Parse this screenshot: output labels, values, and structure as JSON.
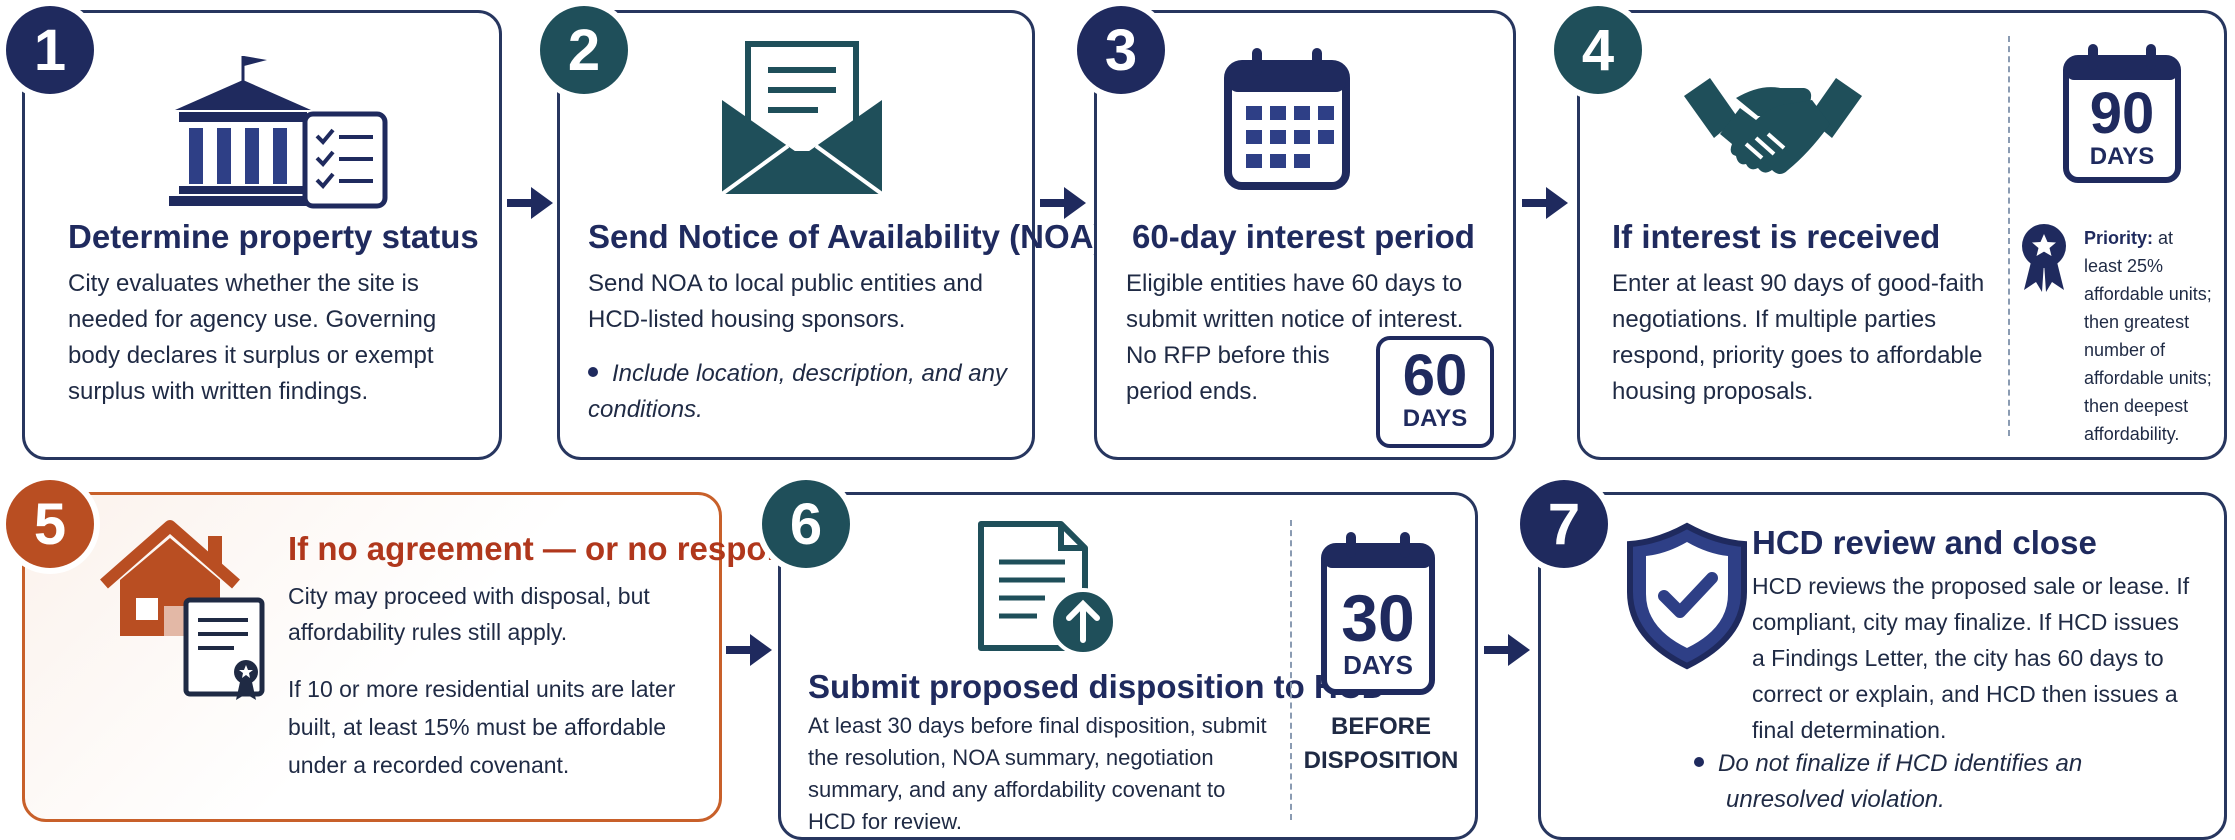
{
  "steps": [
    {
      "number": "1",
      "title": "Determine property status",
      "body": "City evaluates whether the site is needed for agency use. Governing body declares it surplus or exempt surplus with written findings.",
      "icon": "government-building-checklist-icon"
    },
    {
      "number": "2",
      "title": "Send Notice of Availability (NOA)",
      "body": "Send NOA to local public entities and HCD-listed housing sponsors.",
      "bullet": "Include location, description, and any conditions.",
      "icon": "envelope-icon"
    },
    {
      "number": "3",
      "title": "60-day interest period",
      "body_line1": "Eligible entities have 60 days to submit written notice of interest.",
      "body_line2": "No RFP before this period ends.",
      "days_num": "60",
      "days_label": "DAYS",
      "icon": "calendar-icon"
    },
    {
      "number": "4",
      "title": "If interest is received",
      "body": "Enter at least 90 days of good-faith negotiations. If multiple parties respond, priority goes to affordable housing proposals.",
      "days_num": "90",
      "days_label": "DAYS",
      "priority_label": "Priority:",
      "priority_text": "at least 25% affordable units; then greatest number of affordable units; then deepest affordability.",
      "icon": "handshake-icon"
    },
    {
      "number": "5",
      "title": "If no agreement — or no response",
      "body_line1": "City may proceed with disposal, but affordability rules still apply.",
      "body_line2": "If 10 or more residential units are later built, at least 15% must be affordable under a recorded covenant.",
      "icon": "house-document-icon"
    },
    {
      "number": "6",
      "title": "Submit proposed disposition to HCD",
      "body": "At least 30 days before final disposition, submit the resolution, NOA summary, negotiation summary, and any affordability covenant to HCD for review.",
      "days_num": "30",
      "days_label": "DAYS",
      "before_label": "BEFORE DISPOSITION",
      "icon": "document-upload-icon"
    },
    {
      "number": "7",
      "title": "HCD review and close",
      "body": "HCD reviews the proposed sale or lease. If compliant, city may finalize. If HCD issues a Findings Letter, the city has 60 days to correct or explain, and HCD then issues a final determination.",
      "bullet": "Do not finalize if HCD identifies an unresolved violation.",
      "icon": "shield-check-icon"
    }
  ],
  "colors": {
    "navy": "#1f2a5e",
    "teal": "#1f4f5a",
    "rust": "#b94e22"
  }
}
